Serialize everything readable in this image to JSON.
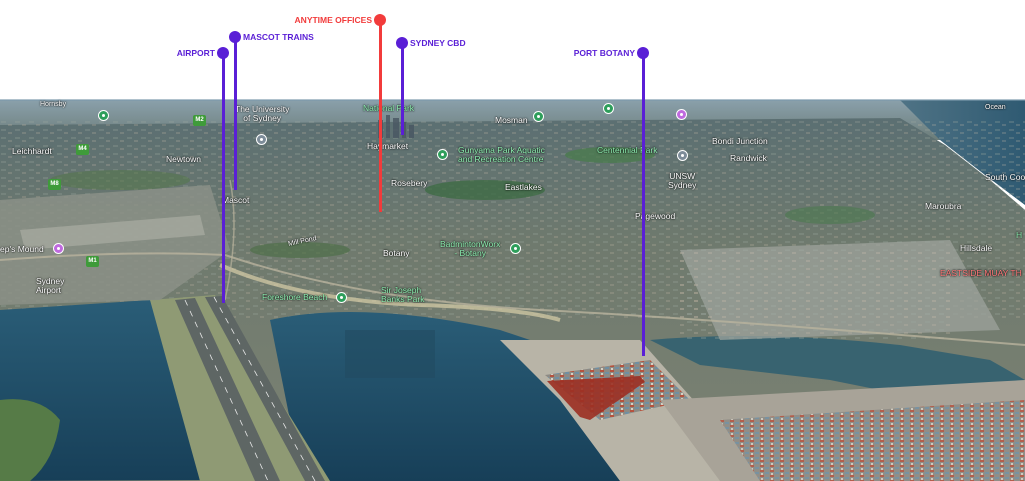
{
  "colors": {
    "marker_blue": "#5a1fd6",
    "marker_red": "#f23b3b",
    "water": "#1f4e6b",
    "sky": "#ffffff"
  },
  "markers": [
    {
      "id": "airport",
      "label": "AIRPORT",
      "color": "#5a1fd6"
    },
    {
      "id": "mascot-trains",
      "label": "MASCOT TRAINS",
      "color": "#5a1fd6"
    },
    {
      "id": "anytime-offices",
      "label": "ANYTIME OFFICES",
      "color": "#f23b3b"
    },
    {
      "id": "sydney-cbd",
      "label": "SYDNEY CBD",
      "color": "#5a1fd6"
    },
    {
      "id": "port-botany",
      "label": "PORT BOTANY",
      "color": "#5a1fd6"
    }
  ],
  "map_labels": {
    "hornsby": "Hornsby",
    "university": "The University\nof Sydney",
    "national_park": "National Park",
    "mosman": "Mosman",
    "ocean": "Ocean",
    "leichhardt": "Leichhardt",
    "newtown": "Newtown",
    "haymarket": "Haymarket",
    "gunyama": "Gunyama Park Aquatic\nand Recreation Centre",
    "centennial": "Centennial Park",
    "bondi_junction": "Bondi Junction",
    "randwick": "Randwick",
    "unsw": "UNSW\nSydney",
    "south_coogee": "South Coo",
    "rosebery": "Rosebery",
    "eastlakes": "Eastlakes",
    "mascot": "Mascot",
    "pagewood": "Pagewood",
    "maroubra": "Maroubra",
    "mill_pond": "Mill Pond",
    "botany": "Botany",
    "badmintonworx": "BadmintonWorx\n- Botany",
    "hillsdale": "Hillsdale",
    "eastside_muay": "EASTSIDE MUAY TH",
    "tempe": "ep's Mound",
    "sydney_airport": "Sydney\nAirport",
    "foreshore": "Foreshore Beach",
    "sir_joseph": "Sir Joseph\nBanks Park",
    "h_edge": "H"
  },
  "route_shields": {
    "m2": "M2",
    "m4": "M4",
    "m8": "M8",
    "m1": "M1"
  }
}
